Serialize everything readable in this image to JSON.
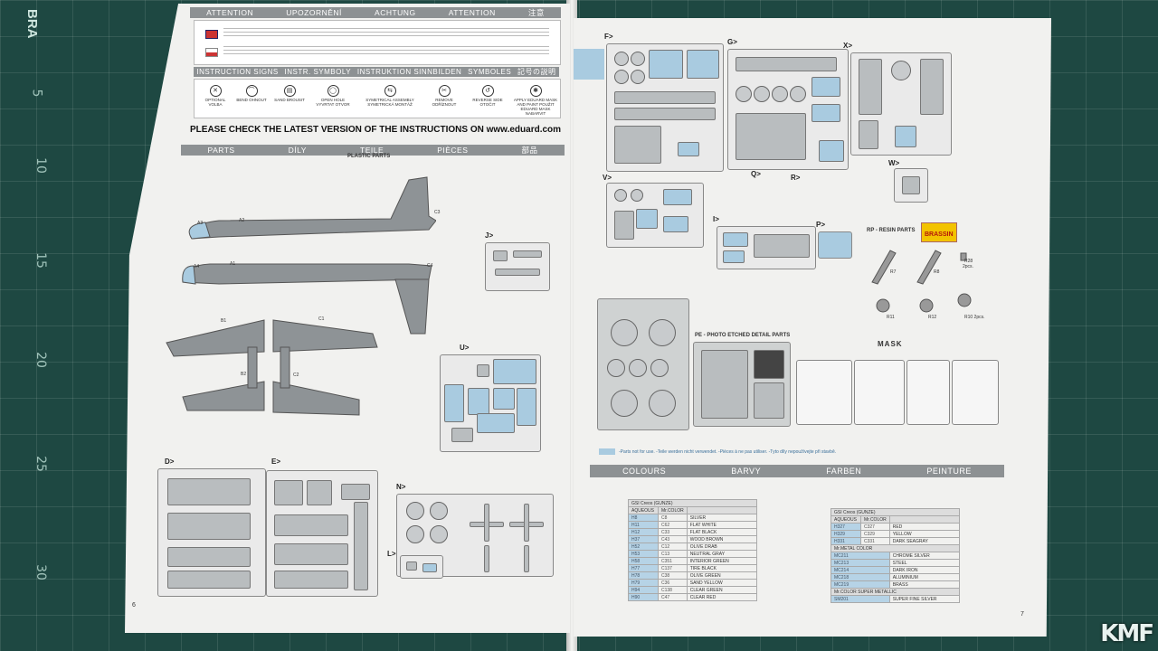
{
  "mat": {
    "brand": "BRA",
    "ruler_numbers": [
      "5",
      "10",
      "15",
      "20",
      "25",
      "30"
    ]
  },
  "left_page": {
    "header_languages": [
      "ATTENTION",
      "UPOZORNĚNÍ",
      "ACHTUNG",
      "ATTENTION",
      "注意"
    ],
    "symbols_bar": [
      "INSTRUCTION SIGNS",
      "INSTR. SYMBOLY",
      "INSTRUKTION SINNBILDEN",
      "SYMBOLES",
      "記号の説明"
    ],
    "icons": [
      {
        "symbol": "✕",
        "label": "OPTIONAL VOLBA"
      },
      {
        "symbol": "⌒",
        "label": "BEND OHNOUT"
      },
      {
        "symbol": "▤",
        "label": "SAND BROUSIT"
      },
      {
        "symbol": "◯",
        "label": "OPEN HOLE VYVRTAT OTVOR"
      },
      {
        "symbol": "⇆",
        "label": "SYMETRICAL ASSEMBLY SYMETRICKÁ MONTÁŽ"
      },
      {
        "symbol": "✂",
        "label": "REMOVE ODŘÍZNOUT"
      },
      {
        "symbol": "↺",
        "label": "REVERSE SIDE OTOČIT"
      },
      {
        "symbol": "✱",
        "label": "APPLY EDUARD MASK AND PAINT POUŽIT EDUARD MASK NABARVIT"
      }
    ],
    "check_banner": "PLEASE CHECK THE LATEST VERSION OF THE INSTRUCTIONS ON www.eduard.com",
    "parts_bar": [
      "PARTS",
      "DÍLY",
      "TEILE",
      "PIÈCES",
      "部品"
    ],
    "plastic_parts_title": "PLASTIC PARTS",
    "fuselage_labels": [
      "A3",
      "A2",
      "C3",
      "A4",
      "A1",
      "C4",
      "B1",
      "C1",
      "B2",
      "C2"
    ],
    "sprue_labels": [
      "J>",
      "U>",
      "D>",
      "E>",
      "N>",
      "L>"
    ],
    "page_number": "6"
  },
  "right_page": {
    "sprue_labels": [
      "F>",
      "G>",
      "X>",
      "V>",
      "Q>",
      "R>",
      "W>",
      "I>",
      "P>"
    ],
    "resin_title": "RP - RESIN PARTS",
    "brassin_logo": "BRASSIN",
    "resin_parts": [
      "R7",
      "R8",
      "R28",
      "2pcs.",
      "R11",
      "R12",
      "R10 2pcs."
    ],
    "mask_title": "MASK",
    "pe_title": "PE - PHOTO ETCHED DETAIL PARTS",
    "legend_note": "-Parts not for use. -Teile werden nicht verwendet. -Pièces à ne pas utiliser. -Tyto díly nepoužívejte při stavbě.",
    "colours_bar": [
      "COLOURS",
      "BARVY",
      "FARBEN",
      "PEINTURE"
    ],
    "paint_table_1": {
      "title": "GSI Creos (GUNZE)",
      "header": [
        "AQUEOUS",
        "Mr.COLOR"
      ],
      "rows": [
        [
          "H8",
          "C8",
          "SILVER"
        ],
        [
          "H11",
          "C62",
          "FLAT WHITE"
        ],
        [
          "H12",
          "C33",
          "FLAT BLACK"
        ],
        [
          "H37",
          "C43",
          "WOOD BROWN"
        ],
        [
          "H52",
          "C12",
          "OLIVE DRAB"
        ],
        [
          "H53",
          "C13",
          "NEUTRAL GRAY"
        ],
        [
          "H58",
          "C351",
          "INTERIOR GREEN"
        ],
        [
          "H77",
          "C137",
          "TIRE BLACK"
        ],
        [
          "H78",
          "C38",
          "OLIVE GREEN"
        ],
        [
          "H79",
          "C36",
          "SAND YELLOW"
        ],
        [
          "H94",
          "C138",
          "CLEAR GREEN"
        ],
        [
          "H90",
          "C47",
          "CLEAR RED"
        ]
      ]
    },
    "paint_table_2": {
      "title": "GSI Creos (GUNZE)",
      "header": [
        "AQUEOUS",
        "Mr.COLOR"
      ],
      "rows": [
        [
          "H327",
          "C327",
          "RED"
        ],
        [
          "H329",
          "C329",
          "YELLOW"
        ],
        [
          "H331",
          "C331",
          "DARK SEAGRAY"
        ]
      ],
      "metal_title": "Mr.METAL COLOR",
      "metal_rows": [
        [
          "MC211",
          "CHROME SILVER"
        ],
        [
          "MC213",
          "STEEL"
        ],
        [
          "MC214",
          "DARK IRON"
        ],
        [
          "MC218",
          "ALUMINIUM"
        ],
        [
          "MC219",
          "BRASS"
        ]
      ],
      "super_title": "Mr.COLOR SUPER METALLIC",
      "super_rows": [
        [
          "SM201",
          "SUPER FINE SILVER"
        ]
      ]
    },
    "page_number": "7"
  },
  "watermark": "KMF",
  "colors": {
    "mat": "#1e4842",
    "band": "#8d9193",
    "blue_part": "#a9cbe0",
    "gray_part": "#b9bdbf"
  }
}
